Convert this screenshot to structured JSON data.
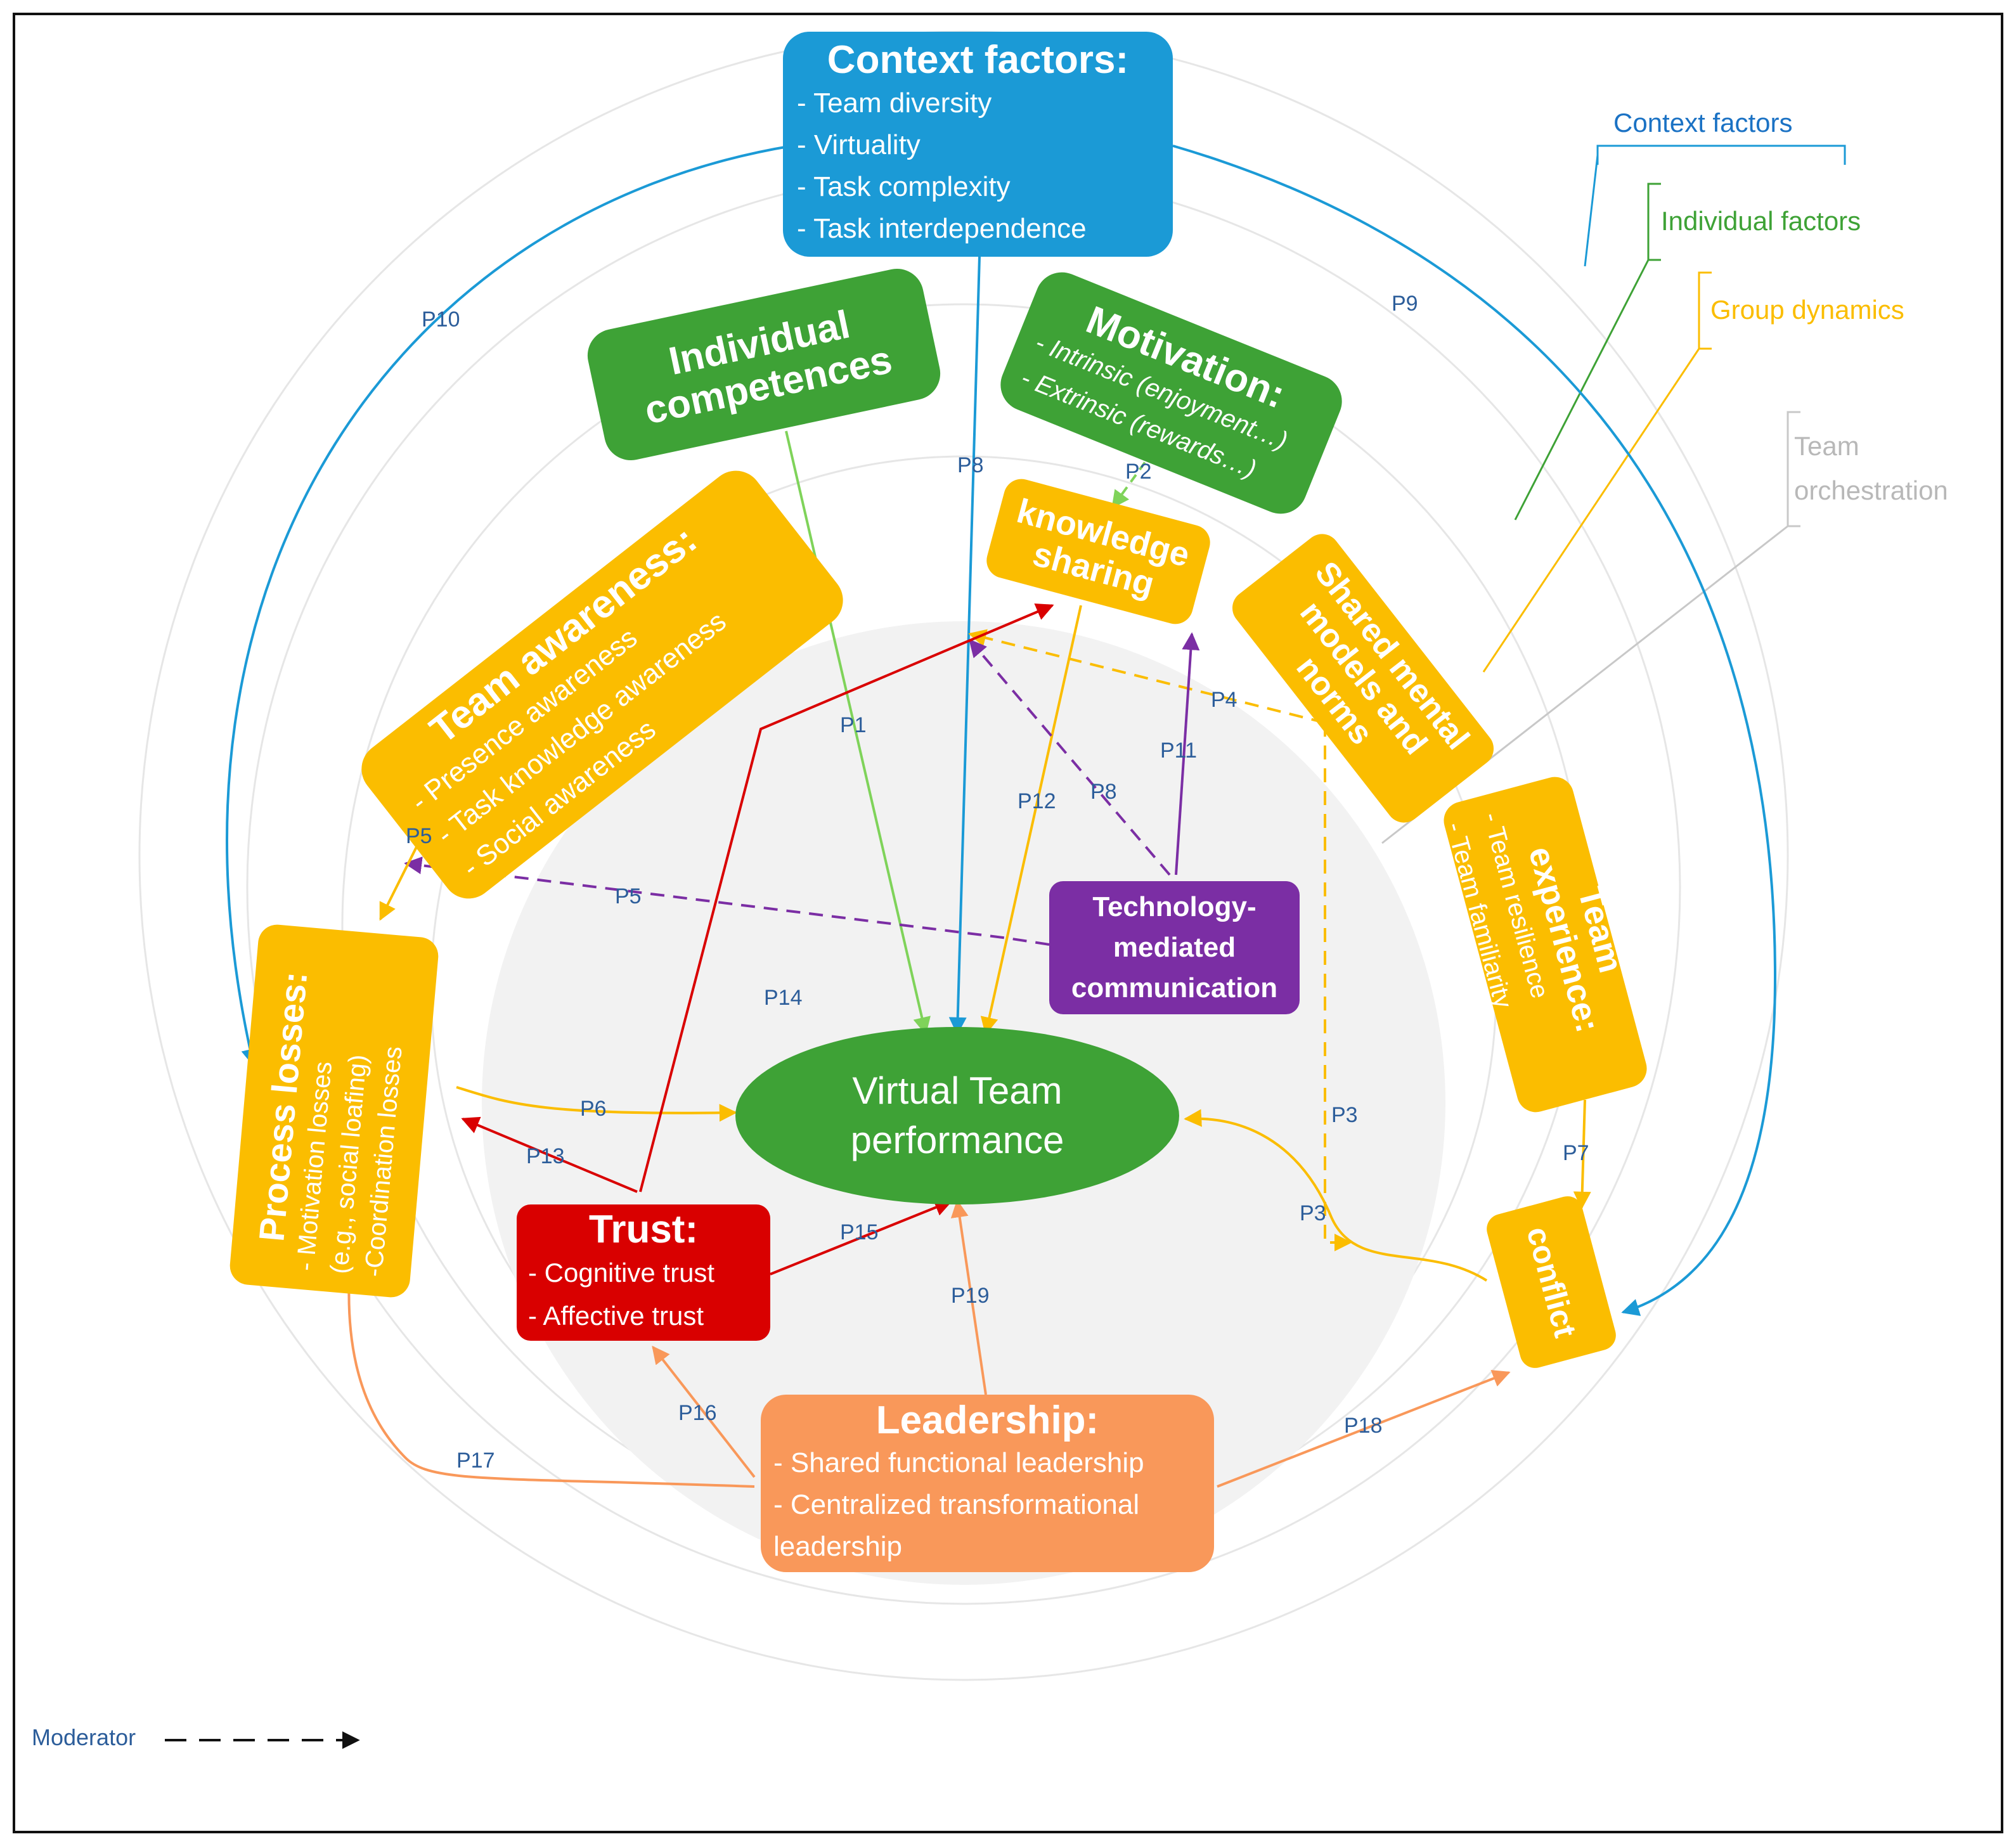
{
  "boxes": {
    "context": {
      "title": "Context factors:",
      "items": [
        "- Team diversity",
        "- Virtuality",
        "- Task complexity",
        "- Task interdependence"
      ]
    },
    "competences": {
      "title": "Individual competences"
    },
    "motivation": {
      "title": "Motivation:",
      "items": [
        "- Intrinsic (enjoyment…)",
        "- Extrinsic (rewards…)"
      ]
    },
    "knowledge": {
      "title": "knowledge sharing"
    },
    "awareness": {
      "title": "Team awareness:",
      "items": [
        "- Presence awareness",
        "- Task knowledge awareness",
        "- Social awareness"
      ]
    },
    "mental": {
      "title": "Shared mental models and norms"
    },
    "experience": {
      "title": "Team experience:",
      "items": [
        "- Team resilience",
        "- Team familiarity"
      ]
    },
    "losses": {
      "title": "Process losses:",
      "items": [
        "- Motivation losses",
        "(e.g., social loafing)",
        "-Coordination losses"
      ]
    },
    "tech": {
      "title": "Technology-mediated communication"
    },
    "performance": {
      "title": "Virtual Team performance"
    },
    "trust": {
      "title": "Trust:",
      "items": [
        "- Cognitive trust",
        "- Affective trust"
      ]
    },
    "conflict": {
      "title": "conflict"
    },
    "leadership": {
      "title": "Leadership:",
      "items": [
        "- Shared functional leadership",
        "- Centralized transformational leadership"
      ]
    }
  },
  "labels": {
    "p1": "P1",
    "p2": "P2",
    "p3a": "P3",
    "p3b": "P3",
    "p4": "P4",
    "p5a": "P5",
    "p5b": "P5",
    "p6": "P6",
    "p7": "P7",
    "p8a": "P8",
    "p8b": "P8",
    "p9": "P9",
    "p10": "P10",
    "p11": "P11",
    "p12": "P12",
    "p13": "P13",
    "p14": "P14",
    "p15": "P15",
    "p16": "P16",
    "p17": "P17",
    "p18": "P18",
    "p19": "P19"
  },
  "legend": {
    "context": "Context factors",
    "individual": "Individual factors",
    "group": "Group dynamics",
    "orchestration_1": "Team",
    "orchestration_2": "orchestration",
    "moderator": "Moderator"
  },
  "colors": {
    "blue": "#1b9ad6",
    "green": "#3ea236",
    "orange": "#fbbd00",
    "purple": "#7b2ea4",
    "red": "#d90000",
    "salmon": "#f9985a",
    "grey": "#c8c8c8",
    "label": "#2c5d9a"
  }
}
